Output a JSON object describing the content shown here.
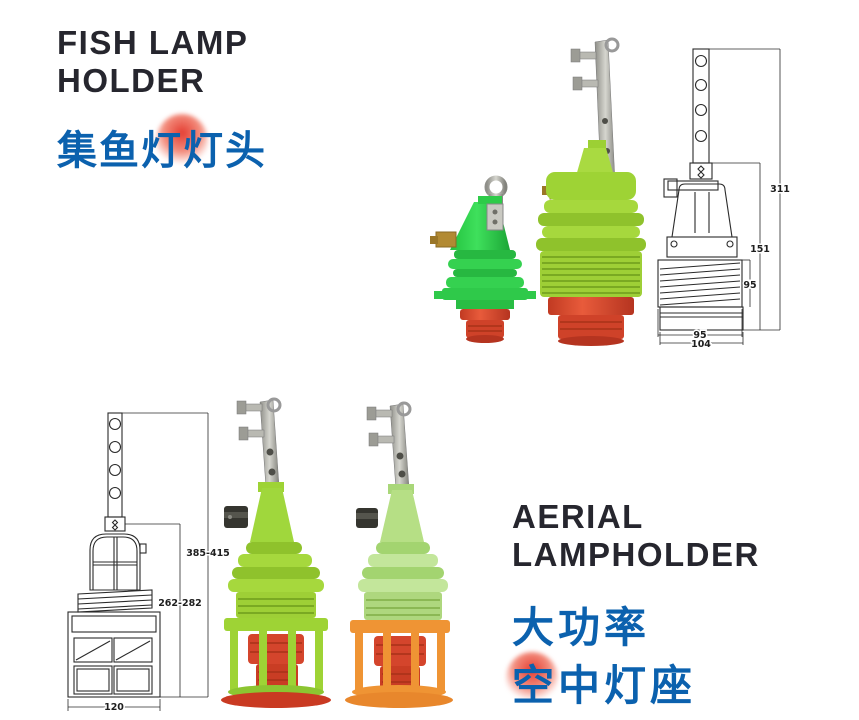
{
  "page": {
    "background": "#ffffff"
  },
  "colors": {
    "heading_text": "#26262e",
    "chinese_blue": "#0b61ae",
    "accent_red": "#e23226",
    "drawing_line": "#2b2b2b",
    "bright_green": "#2ecb49",
    "yellow_green": "#a2d83c",
    "pale_green": "#b6df85",
    "socket_red": "#d4452c",
    "cage_orange": "#ef9434",
    "metal_gray": "#a8a8a0",
    "brass": "#b28a33"
  },
  "fish_lamp_section": {
    "title_line1": "FISH LAMP",
    "title_line2": "HOLDER",
    "chinese_title": "集鱼灯灯头",
    "drawing": {
      "overall_height": "311",
      "holder_height": "151",
      "thread_height": "95",
      "thread_width": "95",
      "base_width": "104"
    }
  },
  "aerial_section": {
    "title_line1": "AERIAL",
    "title_line2": "LAMPHOLDER",
    "chinese_line1": "大功率",
    "chinese_line2": "空中灯座",
    "drawing": {
      "overall_height": "385-415",
      "holder_height": "262-282",
      "base_width": "120"
    }
  },
  "photos": {
    "small_green_holder": "small bright-green fish lamp holder",
    "large_green_holder": "large yellow-green fish lamp holder",
    "caged_green_holder": "aerial lampholder with green guard cage",
    "caged_orange_holder": "aerial lampholder with orange guard cage"
  }
}
